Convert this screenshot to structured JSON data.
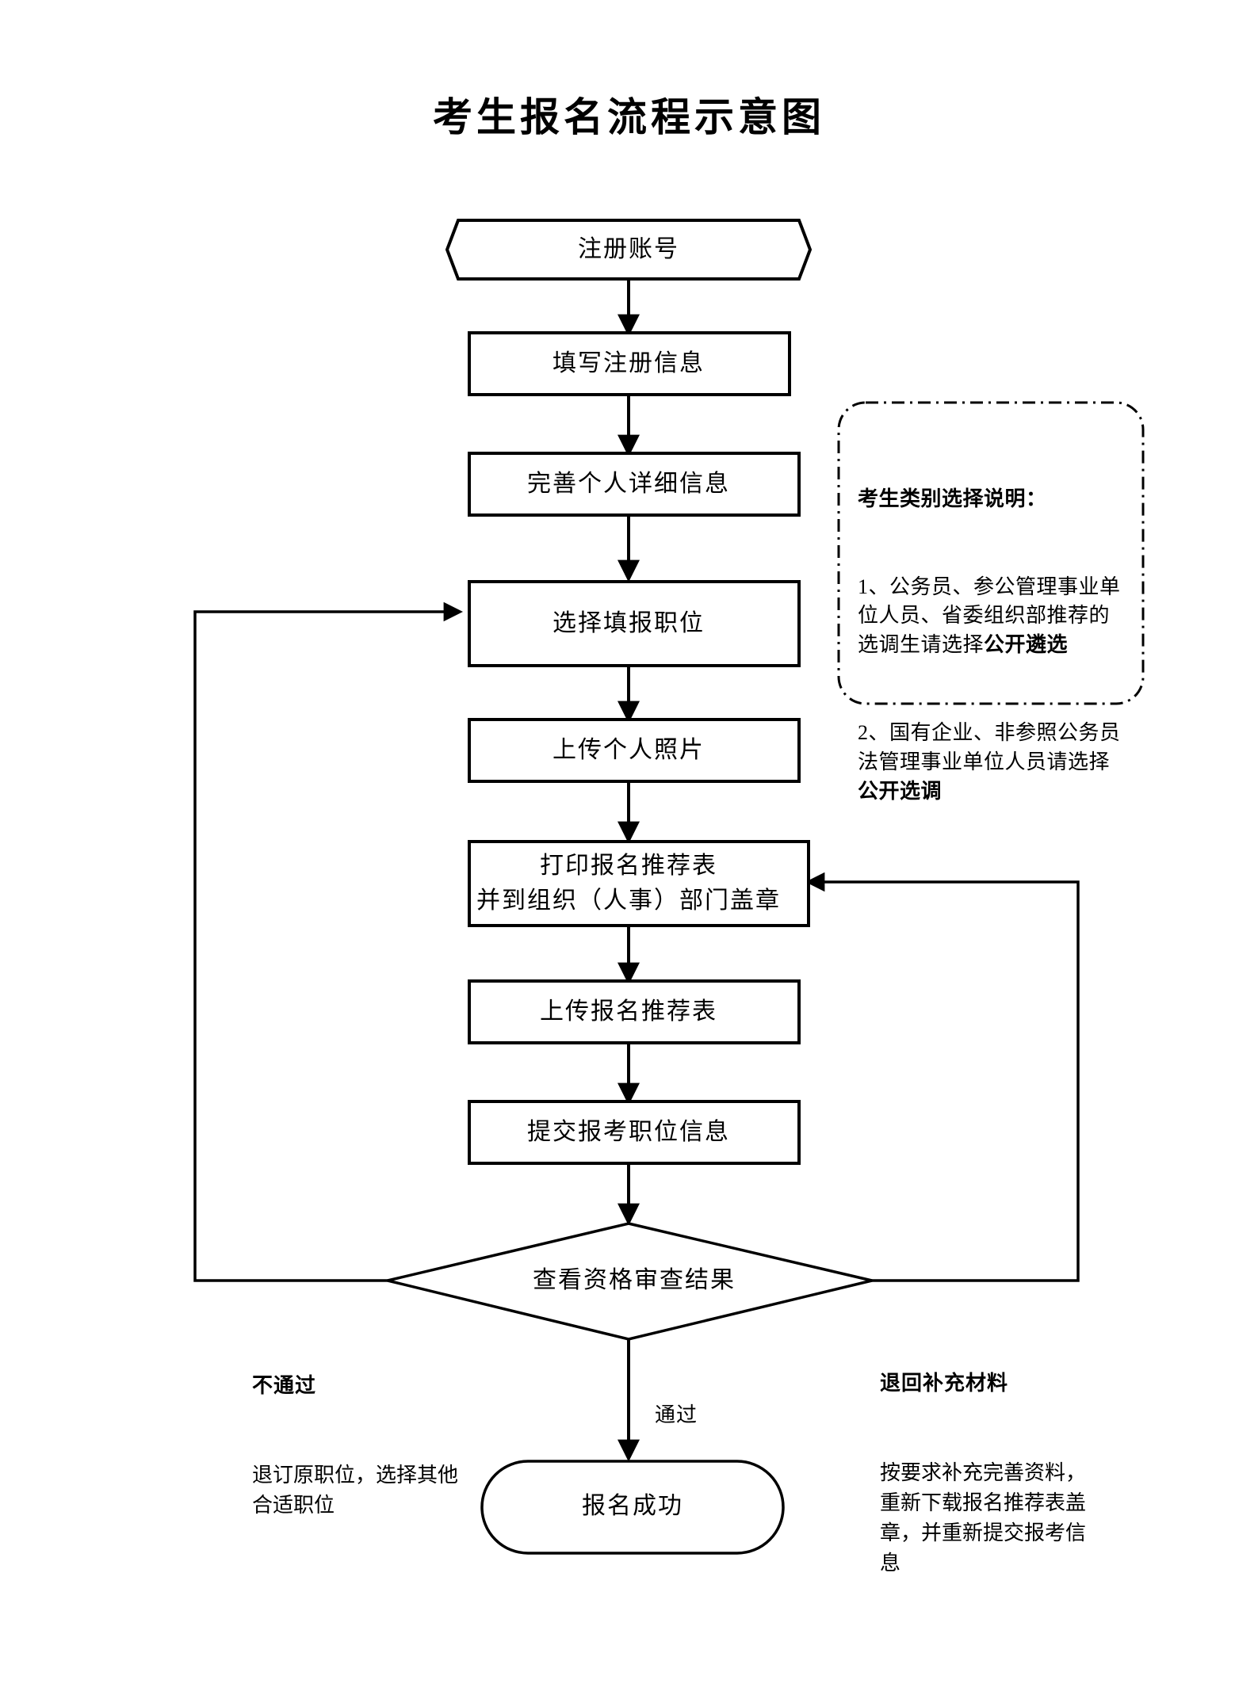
{
  "document": {
    "title": "考生报名流程示意图"
  },
  "flow": {
    "nodes": [
      {
        "id": "register",
        "shape": "hexagon",
        "label": "注册账号"
      },
      {
        "id": "fill-register",
        "shape": "rectangle",
        "label": "填写注册信息"
      },
      {
        "id": "complete-info",
        "shape": "rectangle",
        "label": "完善个人详细信息"
      },
      {
        "id": "select-position",
        "shape": "rectangle",
        "label": "选择填报职位"
      },
      {
        "id": "upload-photo",
        "shape": "rectangle",
        "label": "上传个人照片"
      },
      {
        "id": "print-form",
        "shape": "rectangle",
        "label_line1": "打印报名推荐表",
        "label_line2": "并到组织（人事）部门盖章"
      },
      {
        "id": "upload-form",
        "shape": "rectangle",
        "label": "上传报名推荐表"
      },
      {
        "id": "submit-info",
        "shape": "rectangle",
        "label": "提交报考职位信息"
      },
      {
        "id": "review-result",
        "shape": "diamond",
        "label": "查看资格审查结果"
      },
      {
        "id": "success",
        "shape": "stadium",
        "label": "报名成功"
      }
    ],
    "edge_labels": {
      "pass": "通过"
    },
    "branches": {
      "fail": {
        "heading": "不通过",
        "body": "退订原职位，选择其他合适职位"
      },
      "returned": {
        "heading": "退回补充材料",
        "body": "按要求补充完善资料，重新下载报名推荐表盖章，并重新提交报考信息"
      }
    }
  },
  "note": {
    "heading": "考生类别选择说明：",
    "item1_prefix": "1、公务员、参公管理事业单位人员、省委组织部推荐的选调生请选择",
    "item1_emphasis": "公开遴选",
    "item2_prefix": "2、国有企业、非参照公务员法管理事业单位人员请选择",
    "item2_emphasis": "公开选调"
  },
  "colors": {
    "stroke": "#000000",
    "background": "#ffffff",
    "text": "#000000"
  }
}
